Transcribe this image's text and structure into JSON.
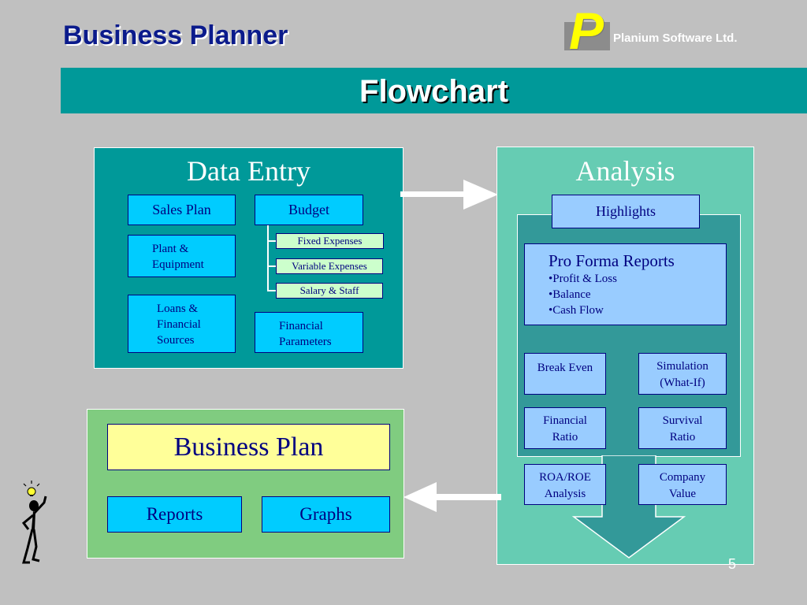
{
  "header": {
    "title": "Business Planner",
    "logo_letter": "P",
    "company": "Planium Software Ltd.",
    "banner": "Flowchart"
  },
  "data_entry": {
    "heading": "Data Entry",
    "sales_plan": "Sales Plan",
    "budget": "Budget",
    "plant_line1": "Plant &",
    "plant_line2": "Equipment",
    "loans_line1": "Loans &",
    "loans_line2": "Financial",
    "loans_line3": "Sources",
    "fixed_expenses": "Fixed Expenses",
    "variable_expenses": "Variable Expenses",
    "salary_staff": "Salary & Staff",
    "fin_params_line1": "Financial",
    "fin_params_line2": "Parameters"
  },
  "analysis": {
    "heading": "Analysis",
    "highlights": "Highlights",
    "pro_forma_title": "Pro Forma Reports",
    "pro_forma_items": [
      "•Profit & Loss",
      "•Balance",
      "•Cash Flow"
    ],
    "break_even": "Break Even",
    "simulation_line1": "Simulation",
    "simulation_line2": "(What-If)",
    "fin_ratio_line1": "Financial",
    "fin_ratio_line2": "Ratio",
    "survival_line1": "Survival",
    "survival_line2": "Ratio",
    "roa_line1": "ROA/ROE",
    "roa_line2": "Analysis",
    "company_value_line1": "Company",
    "company_value_line2": "Value"
  },
  "plan": {
    "title": "Business Plan",
    "reports": "Reports",
    "graphs": "Graphs"
  },
  "slide_number": "5",
  "colors": {
    "title": "#0b1b8c",
    "banner": "#009999",
    "data_entry_panel": "#009999",
    "analysis_panel": "#66ccb3",
    "plan_panel": "#80cc80",
    "box": "#00ccff",
    "light_box": "#99ccff",
    "green_box": "#ccffcc",
    "business_plan_box": "#ffff99"
  },
  "icons": [
    "logo-p-icon",
    "arrow-right-icon",
    "arrow-left-icon",
    "arrow-down-icon",
    "lightbulb-person-icon"
  ]
}
